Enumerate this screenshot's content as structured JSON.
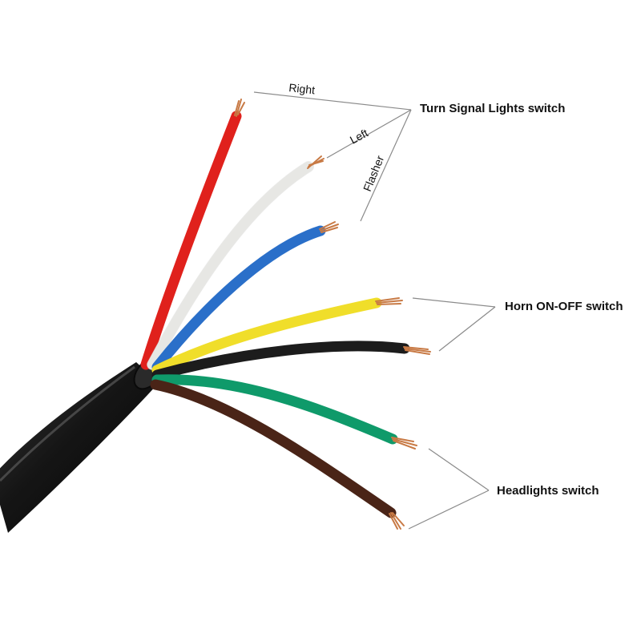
{
  "groups": {
    "turn_signal": {
      "label": "Turn Signal Lights switch",
      "wires": {
        "right": "Right",
        "left": "Left",
        "flasher": "Flasher"
      }
    },
    "horn": {
      "label": "Horn ON-OFF switch"
    },
    "headlights": {
      "label": "Headlights switch"
    }
  },
  "wire_colors": {
    "red": "#e0211c",
    "white": "#f4f4f0",
    "blue": "#2a6fc9",
    "yellow": "#f0de2a",
    "black": "#1c1c1c",
    "green": "#0f9a6a",
    "brown": "#4a2417",
    "copper": "#c87a45",
    "cable_jacket": "#1a1a1a"
  }
}
